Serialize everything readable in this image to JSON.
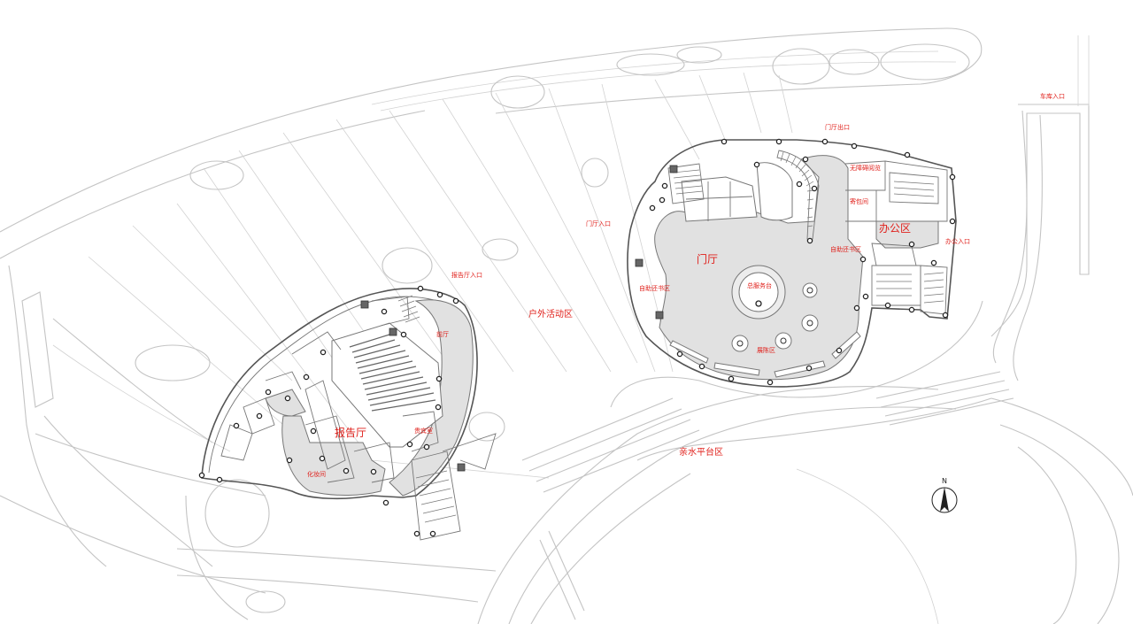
{
  "labels": {
    "garage_entrance": "车库入口",
    "lobby_exit": "门厅出口",
    "accessible_reading": "无障碍阅览",
    "bag_storage": "寄包间",
    "office_area": "办公区",
    "office_entrance": "办公入口",
    "self_return": "自助还书区",
    "lobby_entrance": "门厅入口",
    "lobby": "门厅",
    "self_return_left": "自助还书区",
    "service_desk": "总服务台",
    "exhibition": "展陈区",
    "outdoor_activity": "户外活动区",
    "auditorium_entrance": "报告厅入口",
    "foyer": "前厅",
    "auditorium": "报告厅",
    "vip_room": "贵宾室",
    "dressing_room": "化妆间",
    "waterfront_platform": "亲水平台区"
  },
  "compass": {
    "letter": "N"
  },
  "colors": {
    "label": "#e0201b",
    "line": "#c4c4c4",
    "floor": "#e1e1e1"
  }
}
